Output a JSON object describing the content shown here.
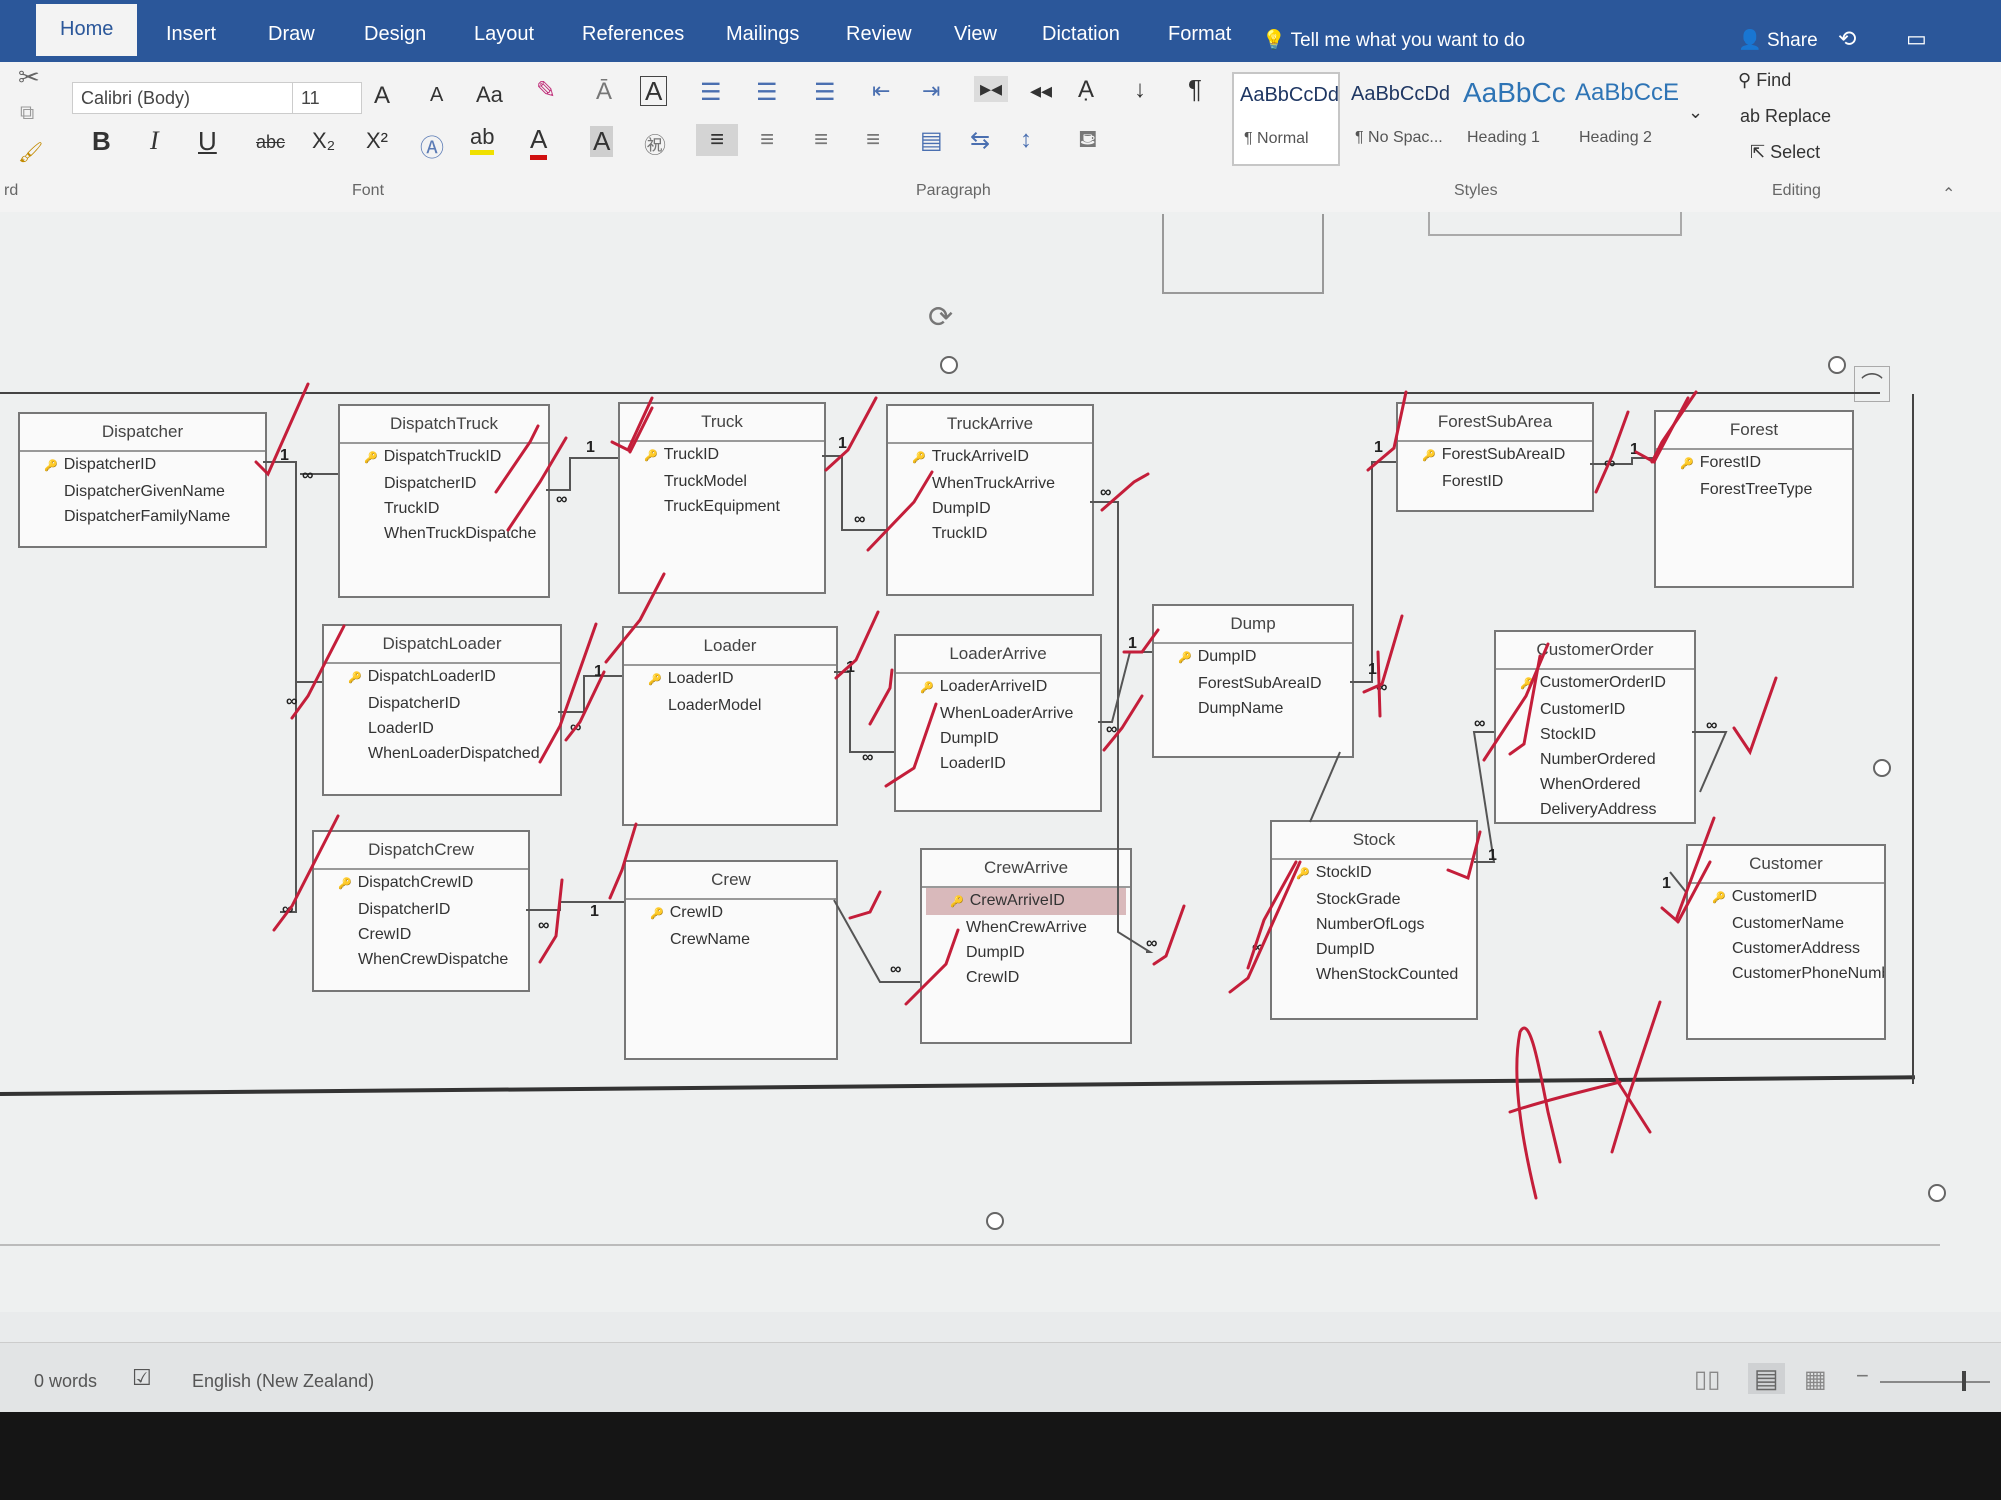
{
  "tabs": [
    "Home",
    "Insert",
    "Draw",
    "Design",
    "Layout",
    "References",
    "Mailings",
    "Review",
    "View",
    "Dictation",
    "Format"
  ],
  "tell_me": "Tell me what you want to do",
  "share": "Share",
  "font": {
    "name": "Calibri (Body)",
    "size": "11"
  },
  "font_buttons": {
    "bold": "B",
    "italic": "I",
    "underline": "U",
    "strike": "abc",
    "sub": "X₂",
    "sup": "X²",
    "grow": "A",
    "shrink": "A",
    "case": "Aa"
  },
  "styles": [
    {
      "sample": "AaBbCcDd",
      "name": "¶ Normal"
    },
    {
      "sample": "AaBbCcDd",
      "name": "¶ No Spac..."
    },
    {
      "sample": "AaBbCc",
      "name": "Heading 1"
    },
    {
      "sample": "AaBbCcE",
      "name": "Heading 2"
    }
  ],
  "editing": {
    "find": "Find",
    "replace": "Replace",
    "select": "Select"
  },
  "groups": {
    "clipboard": "rd",
    "font": "Font",
    "paragraph": "Paragraph",
    "styles": "Styles",
    "editing": "Editing"
  },
  "tables": {
    "dispatcher": {
      "title": "Dispatcher",
      "fields": [
        "DispatcherID",
        "DispatcherGivenName",
        "DispatcherFamilyName"
      ]
    },
    "dispatchtruck": {
      "title": "DispatchTruck",
      "fields": [
        "DispatchTruckID",
        "DispatcherID",
        "TruckID",
        "WhenTruckDispatche"
      ]
    },
    "truck": {
      "title": "Truck",
      "fields": [
        "TruckID",
        "TruckModel",
        "TruckEquipment"
      ]
    },
    "truckarrive": {
      "title": "TruckArrive",
      "fields": [
        "TruckArriveID",
        "WhenTruckArrive",
        "DumpID",
        "TruckID"
      ]
    },
    "forestsubarea": {
      "title": "ForestSubArea",
      "fields": [
        "ForestSubAreaID",
        "ForestID"
      ]
    },
    "forest": {
      "title": "Forest",
      "fields": [
        "ForestID",
        "ForestTreeType"
      ]
    },
    "dispatchloader": {
      "title": "DispatchLoader",
      "fields": [
        "DispatchLoaderID",
        "DispatcherID",
        "LoaderID",
        "WhenLoaderDispatched"
      ]
    },
    "loader": {
      "title": "Loader",
      "fields": [
        "LoaderID",
        "LoaderModel"
      ]
    },
    "loaderarrive": {
      "title": "LoaderArrive",
      "fields": [
        "LoaderArriveID",
        "WhenLoaderArrive",
        "DumpID",
        "LoaderID"
      ]
    },
    "dump": {
      "title": "Dump",
      "fields": [
        "DumpID",
        "ForestSubAreaID",
        "DumpName"
      ]
    },
    "customerorder": {
      "title": "CustomerOrder",
      "fields": [
        "CustomerOrderID",
        "CustomerID",
        "StockID",
        "NumberOrdered",
        "WhenOrdered",
        "DeliveryAddress"
      ]
    },
    "dispatchcrew": {
      "title": "DispatchCrew",
      "fields": [
        "DispatchCrewID",
        "DispatcherID",
        "CrewID",
        "WhenCrewDispatche"
      ]
    },
    "crew": {
      "title": "Crew",
      "fields": [
        "CrewID",
        "CrewName"
      ]
    },
    "crewarrive": {
      "title": "CrewArrive",
      "fields": [
        "CrewArriveID",
        "WhenCrewArrive",
        "DumpID",
        "CrewID"
      ]
    },
    "stock": {
      "title": "Stock",
      "fields": [
        "StockID",
        "StockGrade",
        "NumberOfLogs",
        "DumpID",
        "WhenStockCounted"
      ]
    },
    "customer": {
      "title": "Customer",
      "fields": [
        "CustomerID",
        "CustomerName",
        "CustomerAddress",
        "CustomerPhoneNumb"
      ]
    }
  },
  "relationship_marks": {
    "one": "1",
    "many": "∞"
  },
  "ink_text": "AX",
  "ink_color": "#c41e3a",
  "status": {
    "words": "0 words",
    "language": "English (New Zealand)"
  }
}
